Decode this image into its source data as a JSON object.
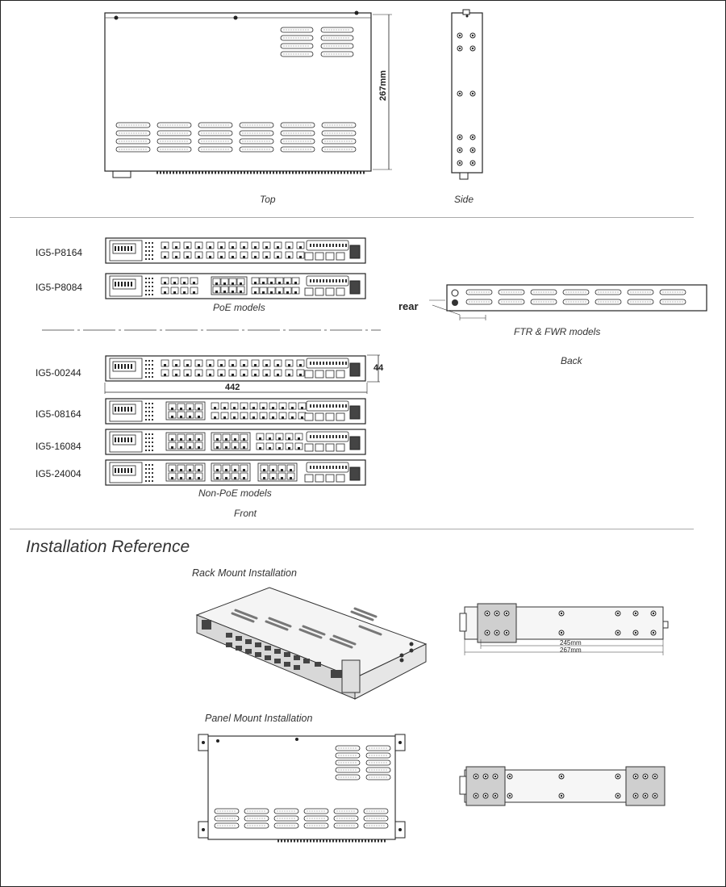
{
  "top_view": {
    "caption": "Top",
    "depth_label": "267mm"
  },
  "side_view": {
    "caption": "Side"
  },
  "poe": {
    "models": [
      "IG5-P8164",
      "IG5-P8084"
    ],
    "caption": "PoE models"
  },
  "back": {
    "rear_label": "rear",
    "caption_models": "FTR  & FWR models",
    "caption_back": "Back"
  },
  "nonpoe": {
    "models": [
      "IG5-00244",
      "IG5-08164",
      "IG5-16084",
      "IG5-24004"
    ],
    "width_label": "442",
    "height_label": "44",
    "caption": "Non-PoE models"
  },
  "front_caption": "Front",
  "installation": {
    "heading": "Installation Reference",
    "rack_title": "Rack Mount Installation",
    "rack_dim_245": "245mm",
    "rack_dim_267": "267mm",
    "panel_title": "Panel Mount Installation"
  }
}
